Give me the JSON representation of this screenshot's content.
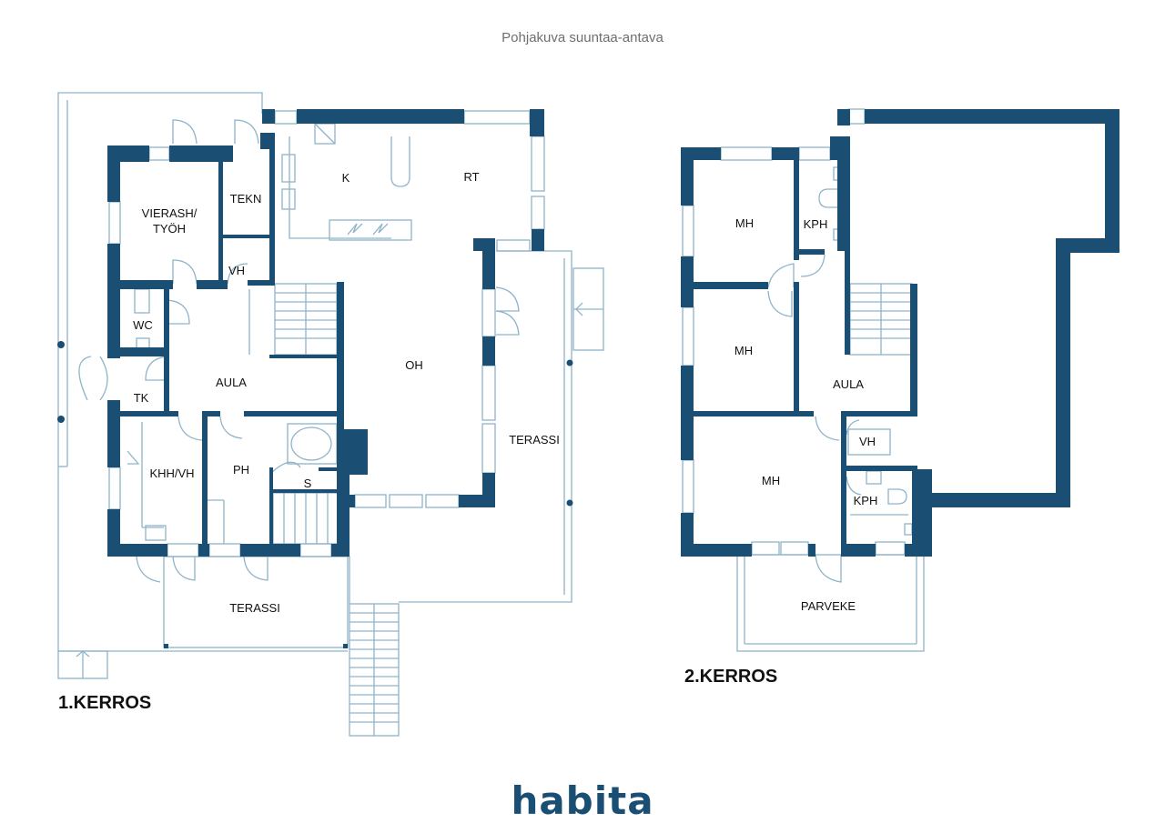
{
  "caption": "Pohjakuva suuntaa-antava",
  "brand": {
    "name": "habita",
    "color": "#1a4f73"
  },
  "colors": {
    "wall": "#1a4f73",
    "thin": "#8fb4c9",
    "text": "#111111"
  },
  "floor1": {
    "label": "1.KERROS",
    "rooms": {
      "k": "K",
      "rt": "RT",
      "tekn": "TEKN",
      "vierash": "VIERASH/",
      "tyoh": "TYÖH",
      "vh": "VH",
      "wc": "WC",
      "aula": "AULA",
      "tk": "TK",
      "oh": "OH",
      "khh": "KHH/VH",
      "ph": "PH",
      "s": "S",
      "terassi_east": "TERASSI",
      "terassi_south": "TERASSI"
    }
  },
  "floor2": {
    "label": "2.KERROS",
    "rooms": {
      "mh1": "MH",
      "kph1": "KPH",
      "mh2": "MH",
      "aula": "AULA",
      "vh": "VH",
      "mh3": "MH",
      "kph2": "KPH",
      "parveke": "PARVEKE"
    }
  }
}
